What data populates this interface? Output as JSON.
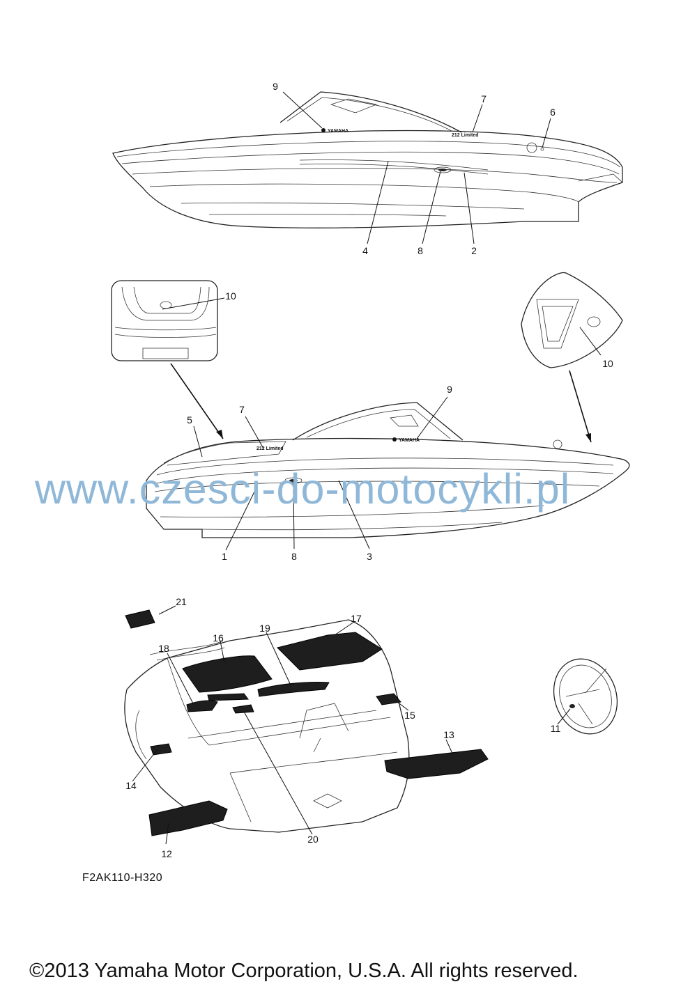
{
  "callouts": {
    "top": [
      "9",
      "7",
      "6",
      "4",
      "8",
      "2"
    ],
    "inset_left": "10",
    "inset_right": "10",
    "middle": [
      "7",
      "5",
      "9",
      "1",
      "8",
      "3"
    ],
    "bottom": [
      "21",
      "18",
      "16",
      "19",
      "17",
      "15",
      "13",
      "14",
      "12",
      "20",
      "11"
    ]
  },
  "decal_text": {
    "brand": "YAMAHA",
    "model": "212 Limited"
  },
  "watermark": "www.czesci-do-motocykli.pl",
  "diagram_code": "F2AK110-H320",
  "copyright": "©2013 Yamaha Motor Corporation, U.S.A. All rights reserved."
}
